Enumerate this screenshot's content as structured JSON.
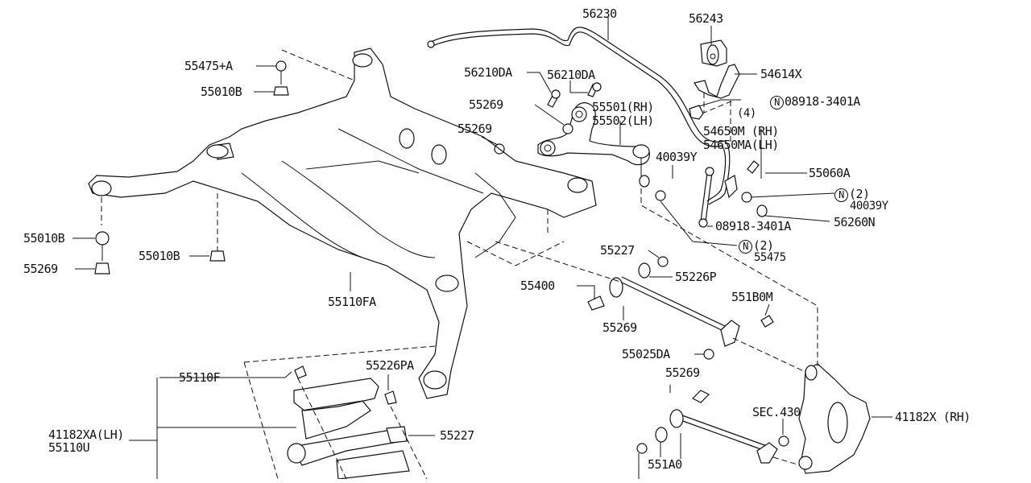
{
  "diagram": {
    "title": "Rear Suspension Member / Links exploded parts diagram",
    "callouts": [
      {
        "id": "56230",
        "text": "56230"
      },
      {
        "id": "56243",
        "text": "56243"
      },
      {
        "id": "55475A",
        "text": "55475+A"
      },
      {
        "id": "55010B_top",
        "text": "55010B"
      },
      {
        "id": "56210DA_1",
        "text": "56210DA"
      },
      {
        "id": "56210DA_2",
        "text": "56210DA"
      },
      {
        "id": "54614X",
        "text": "54614X"
      },
      {
        "id": "55269_1",
        "text": "55269"
      },
      {
        "id": "55501",
        "text": "55501(RH)"
      },
      {
        "id": "55502",
        "text": "55502(LH)"
      },
      {
        "id": "08918_4_code",
        "text": "08918-3401A"
      },
      {
        "id": "08918_4_qty",
        "text": "(4)"
      },
      {
        "id": "55269_2",
        "text": "55269"
      },
      {
        "id": "54650M",
        "text": "54650M (RH)"
      },
      {
        "id": "54650MA",
        "text": "54650MA(LH)"
      },
      {
        "id": "40039Y_1",
        "text": "40039Y"
      },
      {
        "id": "55060A",
        "text": "55060A"
      },
      {
        "id": "08918_2a_code",
        "text": "08918-3401A"
      },
      {
        "id": "08918_2a_qty",
        "text": "(2)"
      },
      {
        "id": "40039Y_2",
        "text": "40039Y"
      },
      {
        "id": "56260N",
        "text": "56260N"
      },
      {
        "id": "08918_2b_code",
        "text": "08918-3401A"
      },
      {
        "id": "08918_2b_qty",
        "text": "(2)"
      },
      {
        "id": "55475",
        "text": "55475"
      },
      {
        "id": "55010B_mid",
        "text": "55010B"
      },
      {
        "id": "55010B_left",
        "text": "55010B"
      },
      {
        "id": "55269_3",
        "text": "55269"
      },
      {
        "id": "55227_1",
        "text": "55227"
      },
      {
        "id": "55226P",
        "text": "55226P"
      },
      {
        "id": "55400",
        "text": "55400"
      },
      {
        "id": "55110FA",
        "text": "55110FA"
      },
      {
        "id": "551B0M",
        "text": "551B0M"
      },
      {
        "id": "55269_4",
        "text": "55269"
      },
      {
        "id": "55025DA",
        "text": "55025DA"
      },
      {
        "id": "55110F",
        "text": "55110F"
      },
      {
        "id": "55226PA",
        "text": "55226PA"
      },
      {
        "id": "55269_5",
        "text": "55269"
      },
      {
        "id": "SEC430",
        "text": "SEC.430"
      },
      {
        "id": "41182X",
        "text": "41182X (RH)"
      },
      {
        "id": "41182XA",
        "text": "41182XA(LH)"
      },
      {
        "id": "55110U",
        "text": "55110U"
      },
      {
        "id": "55227_2",
        "text": "55227"
      },
      {
        "id": "551A0",
        "text": "551A0"
      }
    ],
    "n_mark": "N"
  }
}
